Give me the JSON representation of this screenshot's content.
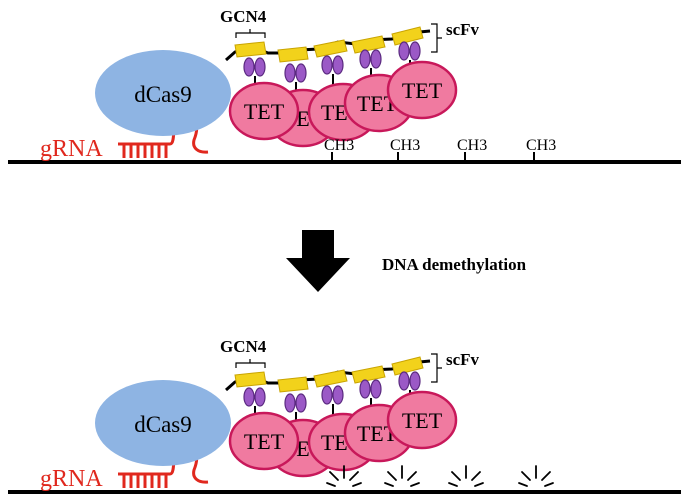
{
  "panels": [
    {
      "id": "before",
      "dcas9_label": "dCas9",
      "grna_label": "gRNA",
      "gcn4_label": "GCN4",
      "scfv_label": "scFv",
      "tet_labels": [
        "TET",
        "TET",
        "TET",
        "TET",
        "TET"
      ],
      "methyl_label": "CH3",
      "methyl_count": 4,
      "methylated": true
    },
    {
      "id": "after",
      "dcas9_label": "dCas9",
      "grna_label": "gRNA",
      "gcn4_label": "GCN4",
      "scfv_label": "scFv",
      "tet_labels": [
        "TET",
        "TET",
        "TET",
        "TET",
        "TET"
      ],
      "methyl_count": 4,
      "methylated": false
    }
  ],
  "arrow": {
    "label": "DNA demethylation"
  },
  "colors": {
    "dcas9": "#8eb4e3",
    "tet_fill": "#f07aa0",
    "tet_stroke": "#c8185a",
    "scfv": "#9b59c6",
    "gcn4": "#f2d21b",
    "grna": "#e0281e",
    "dna": "#000000"
  }
}
